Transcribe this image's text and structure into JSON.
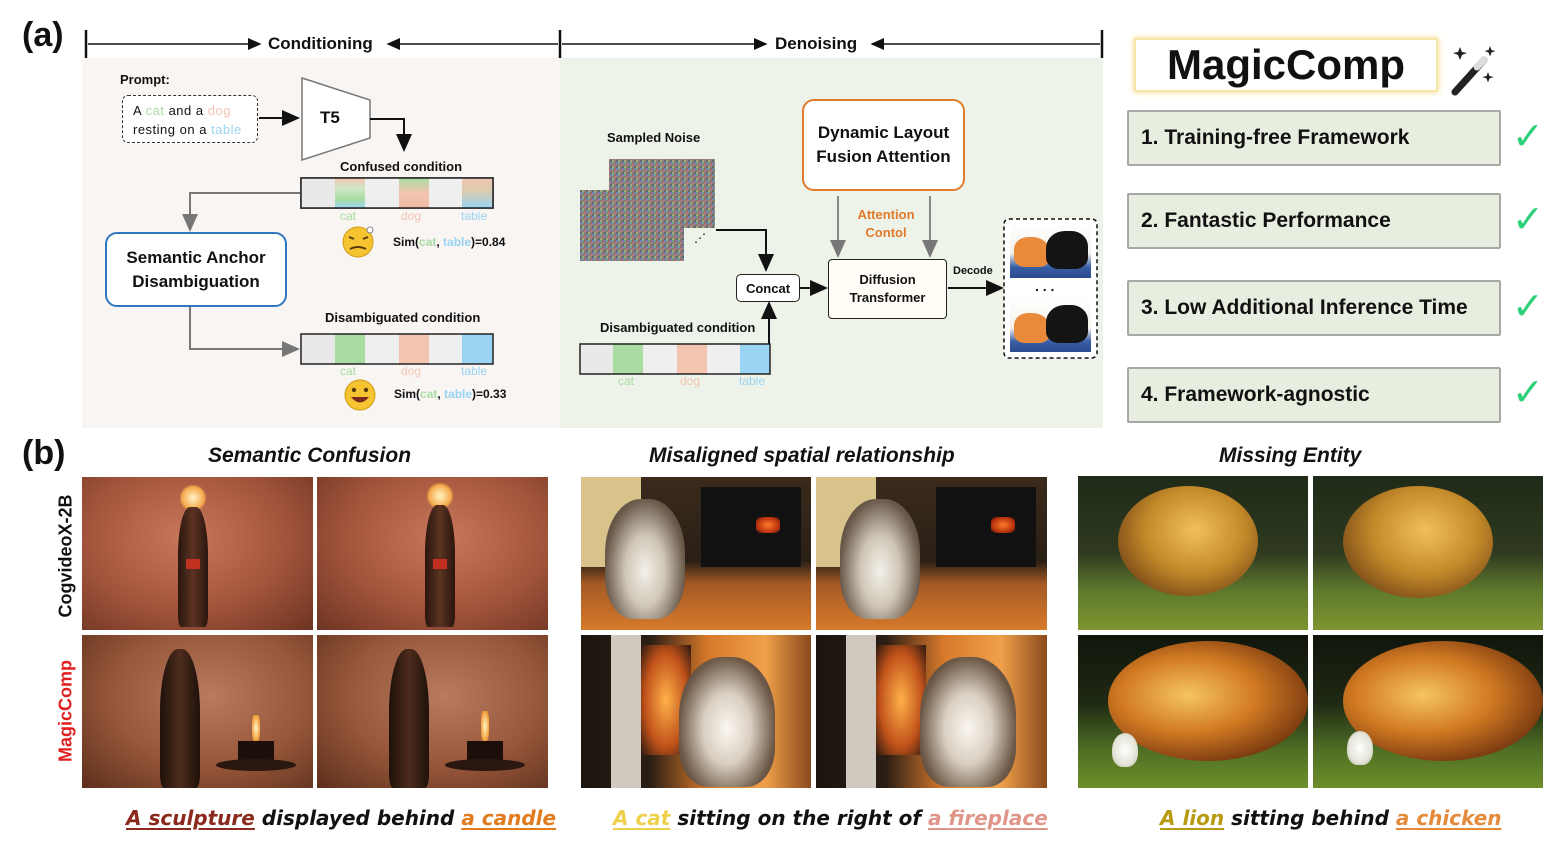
{
  "part_a": {
    "label": "(a)",
    "conditioning": "Conditioning",
    "denoising": "Denoising",
    "prompt_label": "Prompt:",
    "prompt": {
      "w1": "A",
      "cat": "cat",
      "w2": "and a",
      "dog": "dog",
      "w3": "resting on a",
      "table": "table"
    },
    "t5": "T5",
    "confused_condition": "Confused condition",
    "token_labels": [
      "cat",
      "dog",
      "table"
    ],
    "sim_confused": {
      "pre": "Sim(",
      "a": "cat",
      "sep": ", ",
      "b": "table",
      "post": ")=0.84"
    },
    "sad": {
      "line1": "Semantic Anchor",
      "line2": "Disambiguation"
    },
    "disambiguated_condition": "Disambiguated condition",
    "sim_disamb": {
      "pre": "Sim(",
      "a": "cat",
      "sep": ", ",
      "b": "table",
      "post": ")=0.33"
    },
    "sampled_noise": "Sampled Noise",
    "dlfa": {
      "line1": "Dynamic Layout",
      "line2": "Fusion Attention"
    },
    "attention_control": {
      "line1": "Attention",
      "line2": "Contol"
    },
    "concat": "Concat",
    "dit": {
      "line1": "Diffusion",
      "line2": "Transformer"
    },
    "decode": "Decode",
    "disamb_condition_2": "Disambiguated condition",
    "dots": ". . ."
  },
  "logo": "MagicComp",
  "features": [
    "1. Training-free Framework",
    "2. Fantastic Performance",
    "3. Low Additional Inference Time",
    "4. Framework-agnostic"
  ],
  "part_b": {
    "label": "(b)",
    "sections": [
      "Semantic Confusion",
      "Misaligned spatial relationship",
      "Missing Entity"
    ],
    "row_labels": [
      "CogvideoX-2B",
      "MagicComp"
    ],
    "captions": [
      {
        "e1": "A sculpture",
        "mid": " displayed behind ",
        "e2": "a candle"
      },
      {
        "e1": "A cat",
        "mid": " sitting on the right of ",
        "e2": "a fireplace"
      },
      {
        "e1": "A lion",
        "mid": " sitting behind ",
        "e2": "a chicken"
      }
    ]
  },
  "colors": {
    "cat": "#a8dca0",
    "dog": "#f3c5b0",
    "table": "#99d4f2",
    "cond_panel": "#f8f5f3",
    "den_panel": "#eef3ea",
    "sad_border": "#2e78c0",
    "dlfa_border": "#e07b2c",
    "attn_text": "#e07b2c",
    "check": "#2fd07a",
    "magiccomp_red": "#e02020"
  }
}
